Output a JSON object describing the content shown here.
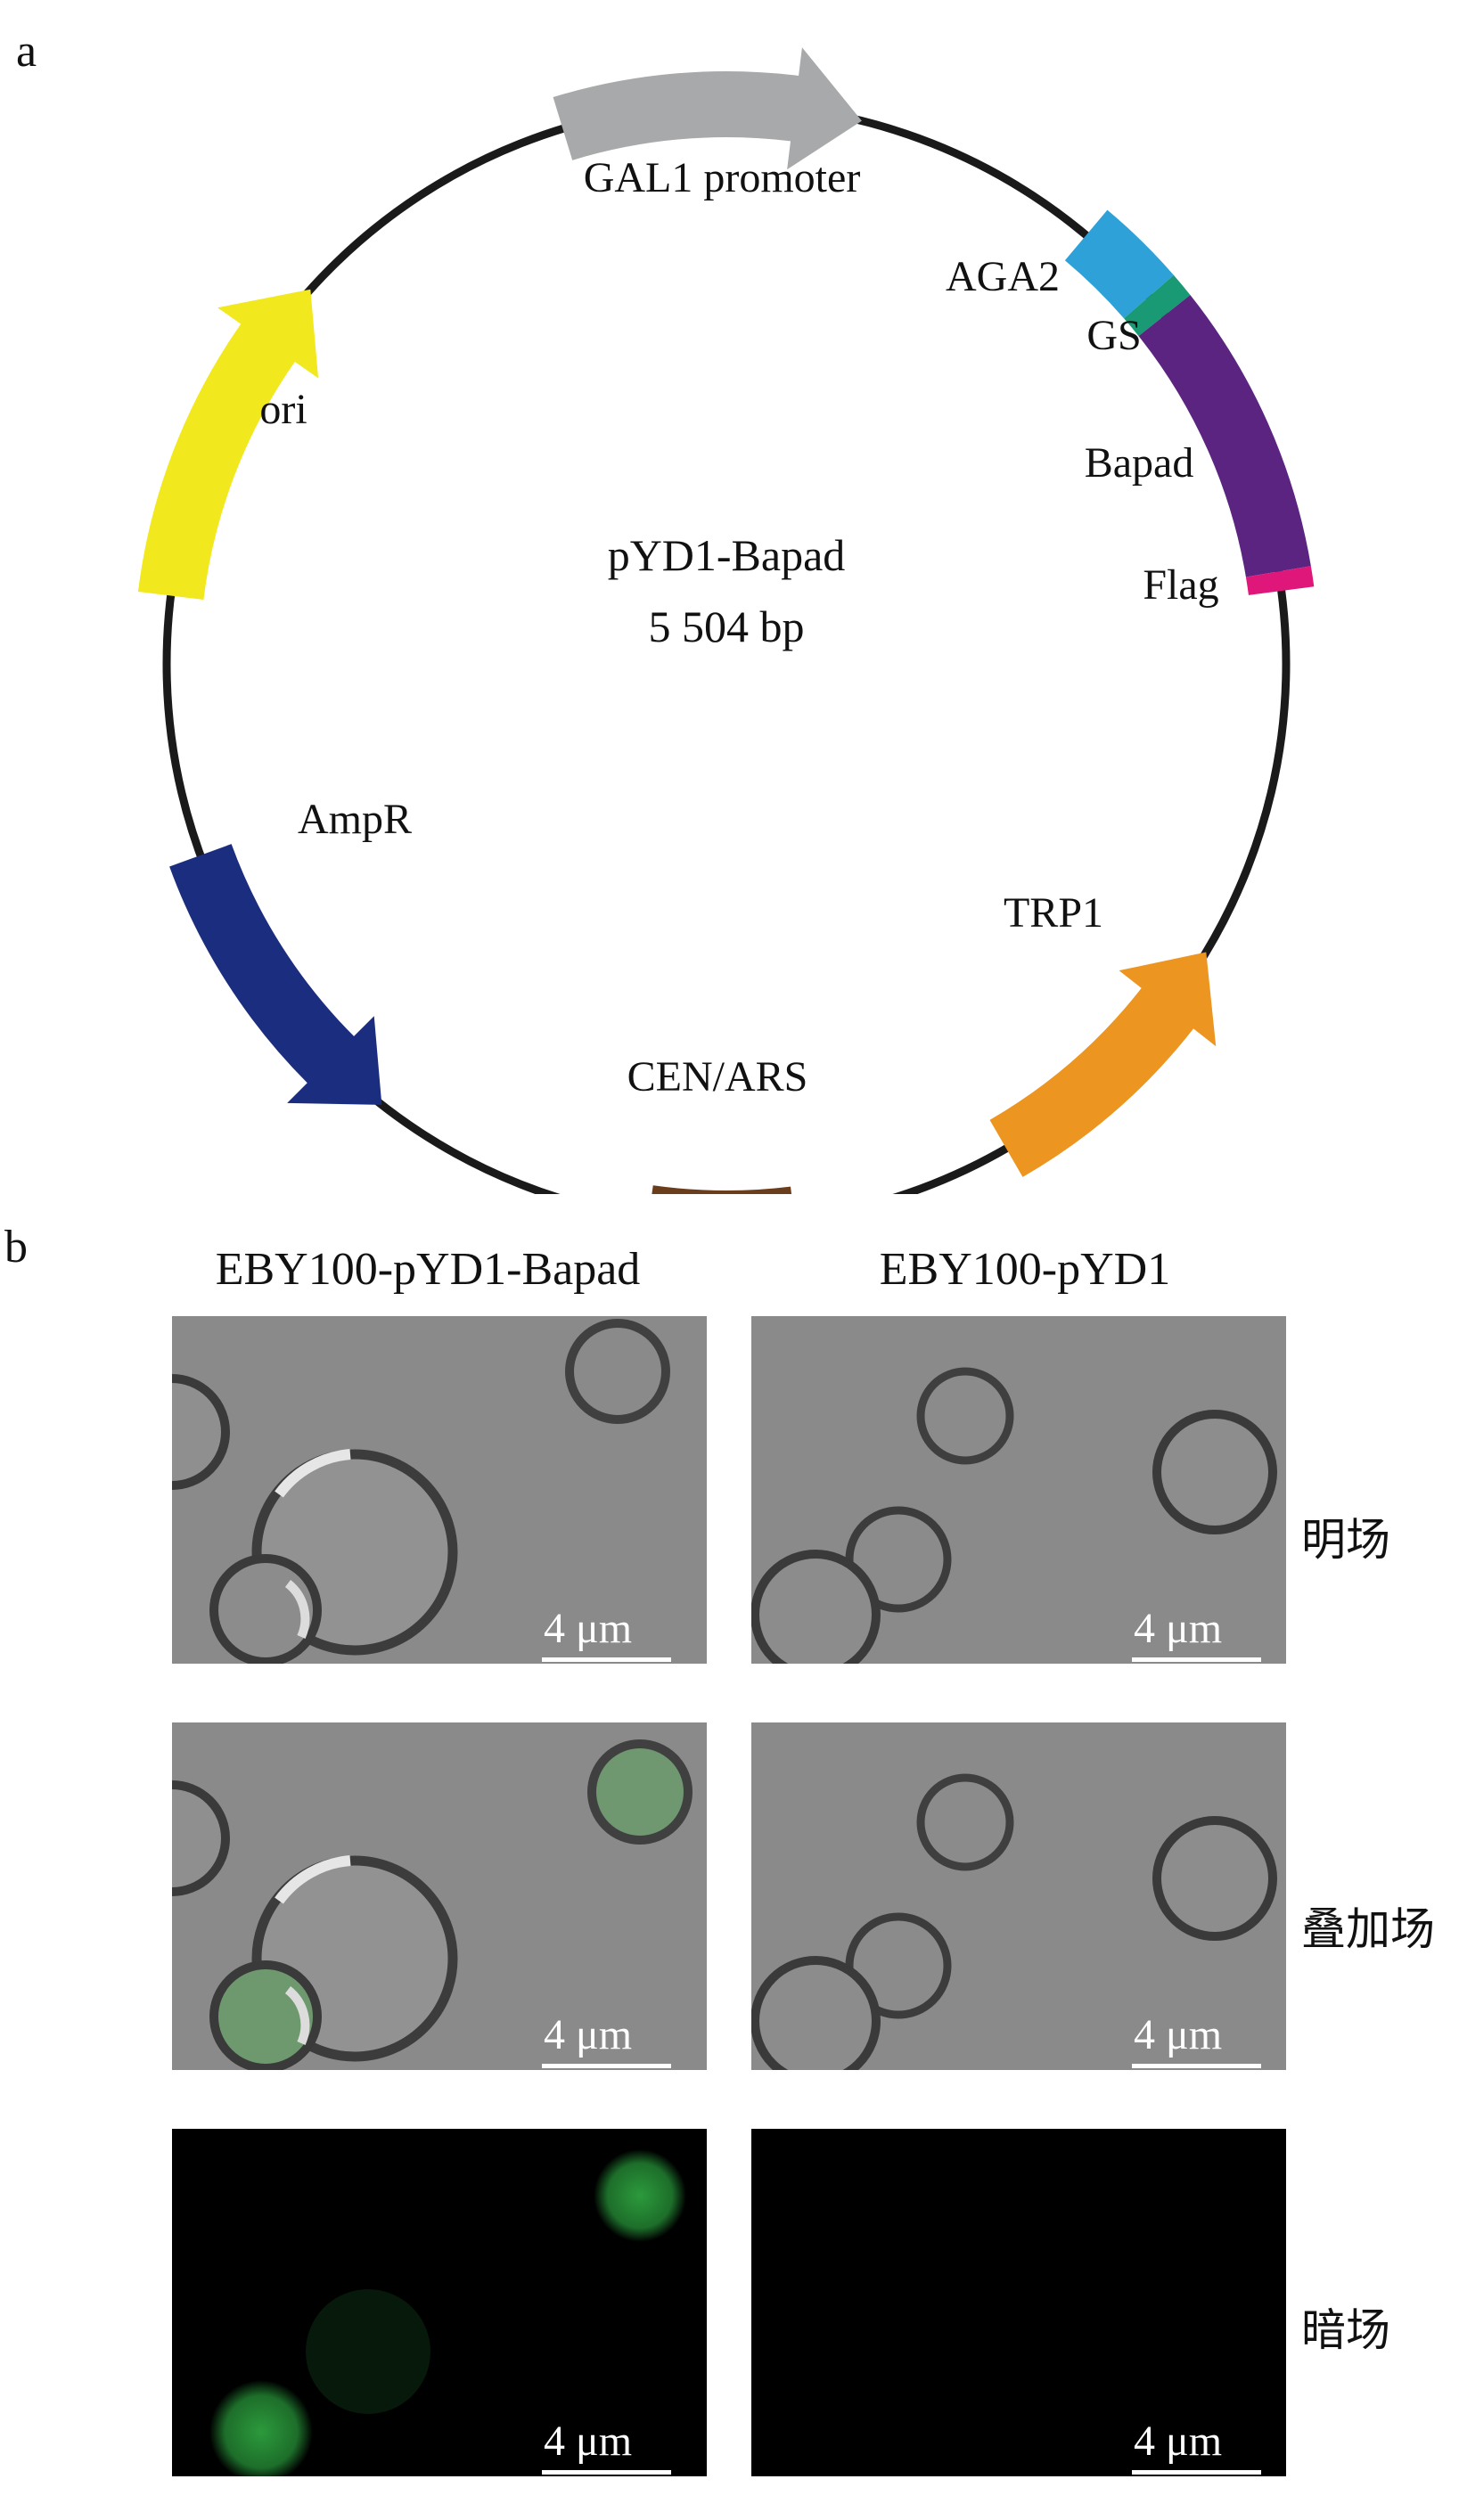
{
  "panels": {
    "a": "a",
    "b": "b"
  },
  "plasmid": {
    "name": "pYD1-Bapad",
    "size": "5 504 bp",
    "features": [
      {
        "key": "gal1",
        "label": "GAL1 promoter",
        "color": "#a8a9aa"
      },
      {
        "key": "aga2",
        "label": "AGA2",
        "color": "#2ea1d9"
      },
      {
        "key": "gs",
        "label": "GS",
        "color": "#1a9a74"
      },
      {
        "key": "bapad",
        "label": "Bapad",
        "color": "#5b2480"
      },
      {
        "key": "flag",
        "label": "Flag",
        "color": "#e0177a"
      },
      {
        "key": "trp1",
        "label": "TRP1",
        "color": "#ec9520"
      },
      {
        "key": "cenars",
        "label": "CEN/ARS",
        "color": "#6a3d1c"
      },
      {
        "key": "ampr",
        "label": "AmpR",
        "color": "#1b2d7e"
      },
      {
        "key": "ori",
        "label": "ori",
        "color": "#f1e81d"
      }
    ]
  },
  "microscopy": {
    "columns": [
      "EBY100-pYD1-Bapad",
      "EBY100-pYD1"
    ],
    "rows": [
      "明场",
      "叠加场",
      "暗场"
    ],
    "scale_bar": "4 μm"
  }
}
